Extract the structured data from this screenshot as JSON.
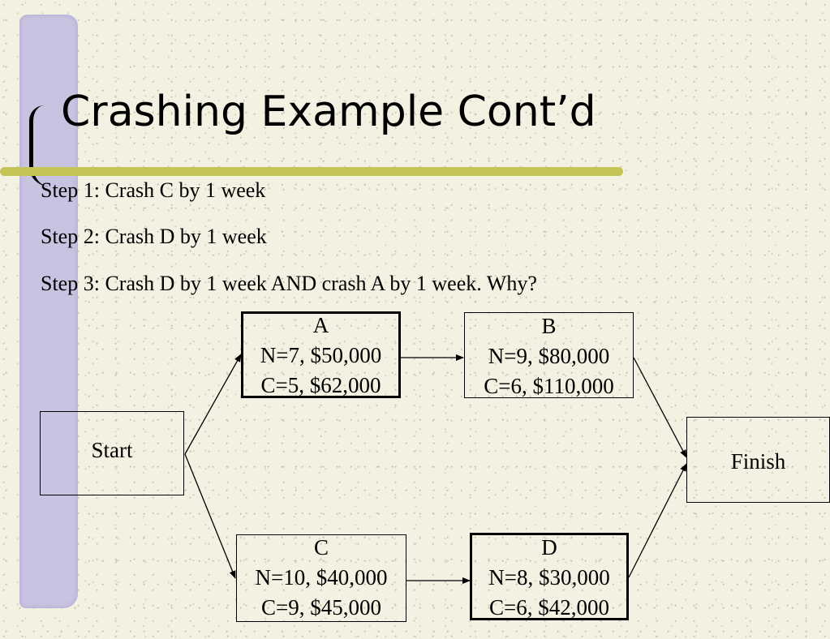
{
  "title": "Crashing Example Cont’d",
  "steps": [
    "Step 1: Crash C by 1 week",
    "Step 2: Crash D by 1 week",
    "Step 3: Crash D by 1 week AND crash A by 1 week.  Why?"
  ],
  "network": {
    "start": "Start",
    "finish": "Finish",
    "activities": [
      {
        "name": "A",
        "normal": "N=7, $50,000",
        "crash": "C=5, $62,000",
        "critical": true
      },
      {
        "name": "B",
        "normal": "N=9, $80,000",
        "crash": "C=6, $110,000",
        "critical": false
      },
      {
        "name": "C",
        "normal": "N=10, $40,000",
        "crash": "C=9, $45,000",
        "critical": false
      },
      {
        "name": "D",
        "normal": "N=8, $30,000",
        "crash": "C=6, $42,000",
        "critical": true
      }
    ],
    "edges": [
      [
        "Start",
        "A"
      ],
      [
        "A",
        "B"
      ],
      [
        "B",
        "Finish"
      ],
      [
        "Start",
        "C"
      ],
      [
        "C",
        "D"
      ],
      [
        "D",
        "Finish"
      ]
    ]
  },
  "colors": {
    "background": "#f3f2e2",
    "sidebar": "#c8c3e0",
    "title_rule": "#c3c657"
  }
}
